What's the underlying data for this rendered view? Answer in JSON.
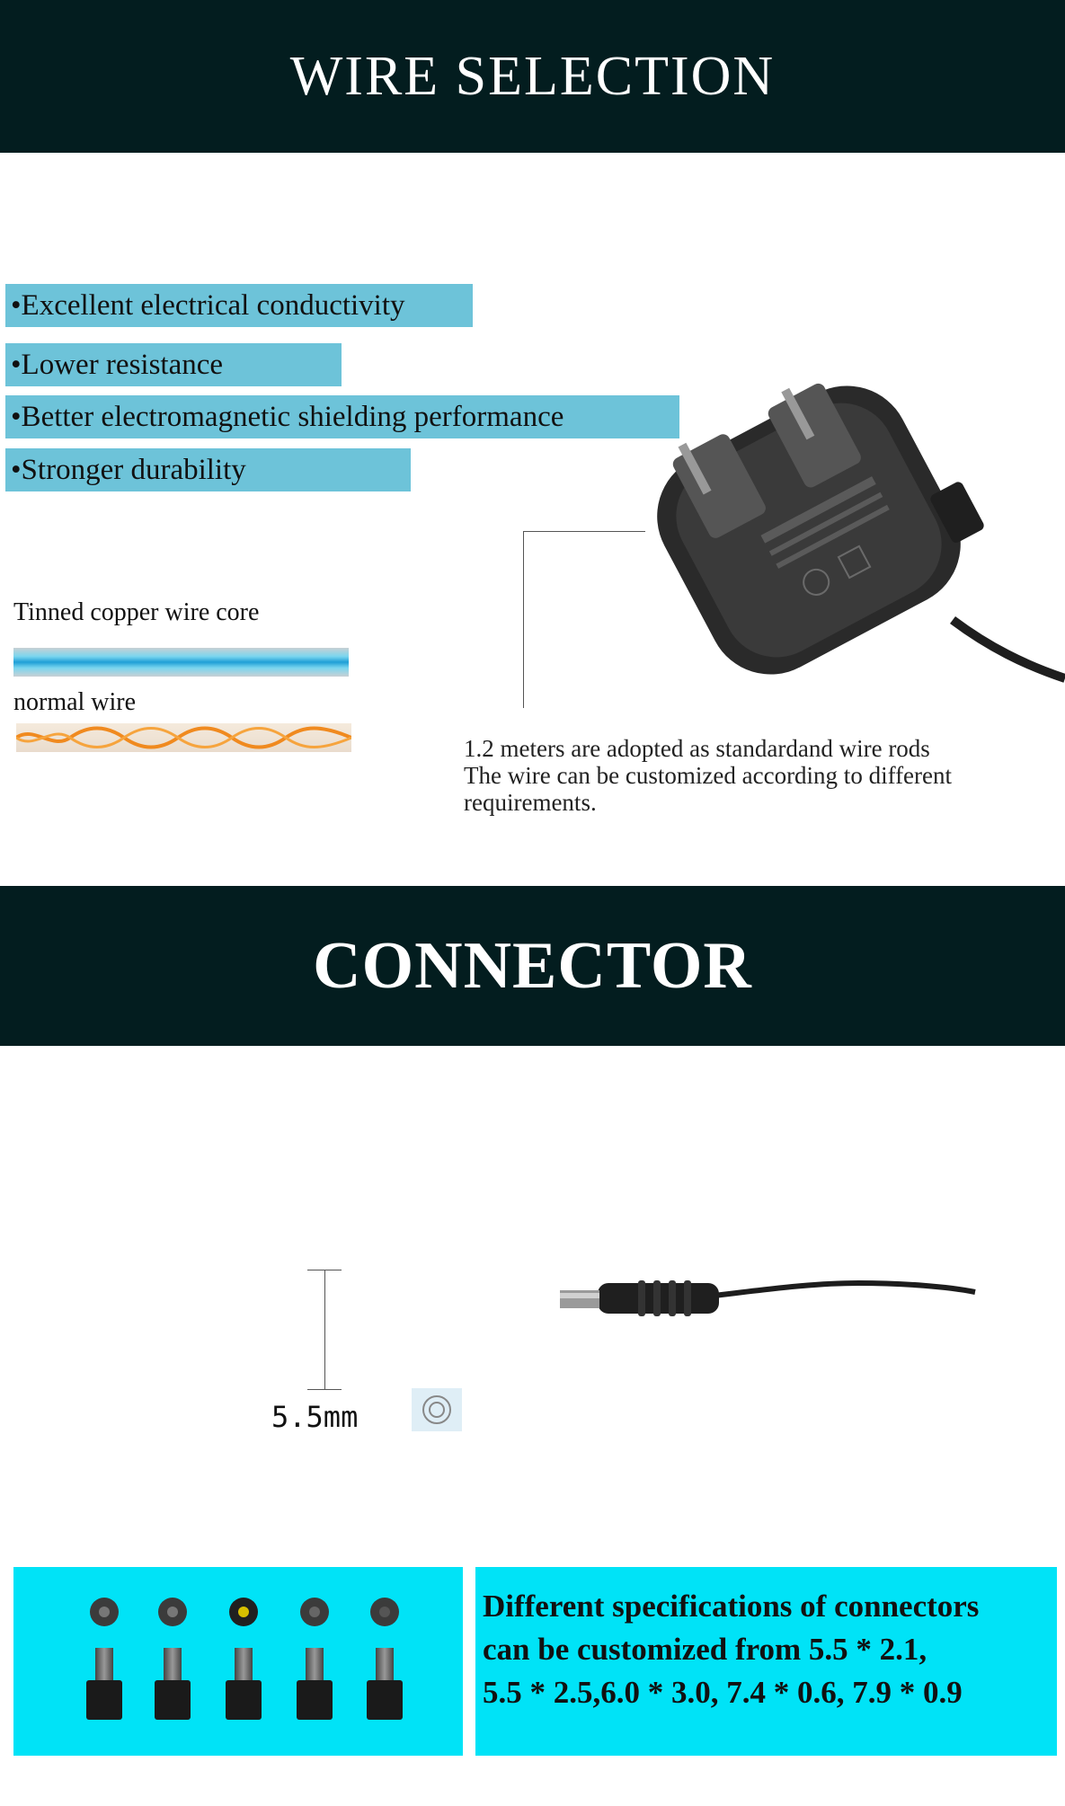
{
  "wire_section": {
    "title": "WIRE SELECTION",
    "features": [
      "•Excellent electrical conductivity",
      "•Lower resistance",
      "•Better electromagnetic shielding performance",
      "•Stronger durability"
    ],
    "copper_label": "Tinned copper wire core",
    "normal_label": "normal wire",
    "description_lines": [
      "1.2 meters are adopted as standardand wire rods",
      "The wire can be customized according to different",
      "requirements."
    ]
  },
  "connector_section": {
    "title": "CONNECTOR",
    "dimension_label": "5.5mm",
    "description_lines": [
      "Different specifications of connectors",
      "can be customized from 5.5 * 2.1,",
      "5.5 * 2.5,6.0 * 3.0, 7.4 * 0.6, 7.9 * 0.9"
    ]
  },
  "colors": {
    "header_band": "#031d1f",
    "feature_highlight": "#6dc3d9",
    "connector_panel": "#00e3f7"
  }
}
